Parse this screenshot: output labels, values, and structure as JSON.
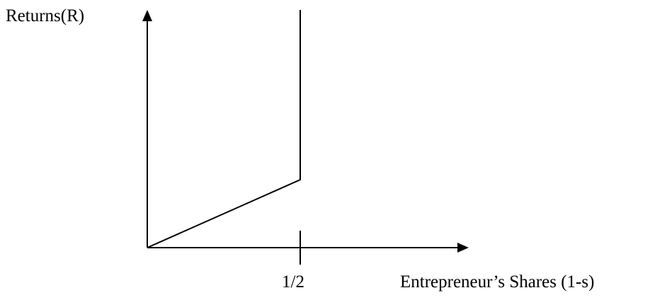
{
  "labels": {
    "y_axis": "Returns(R)",
    "x_axis": "Entrepreneur’s Shares (1-s)",
    "x_tick": "1/2"
  },
  "colors": {
    "line": "#000000",
    "background": "#ffffff"
  }
}
